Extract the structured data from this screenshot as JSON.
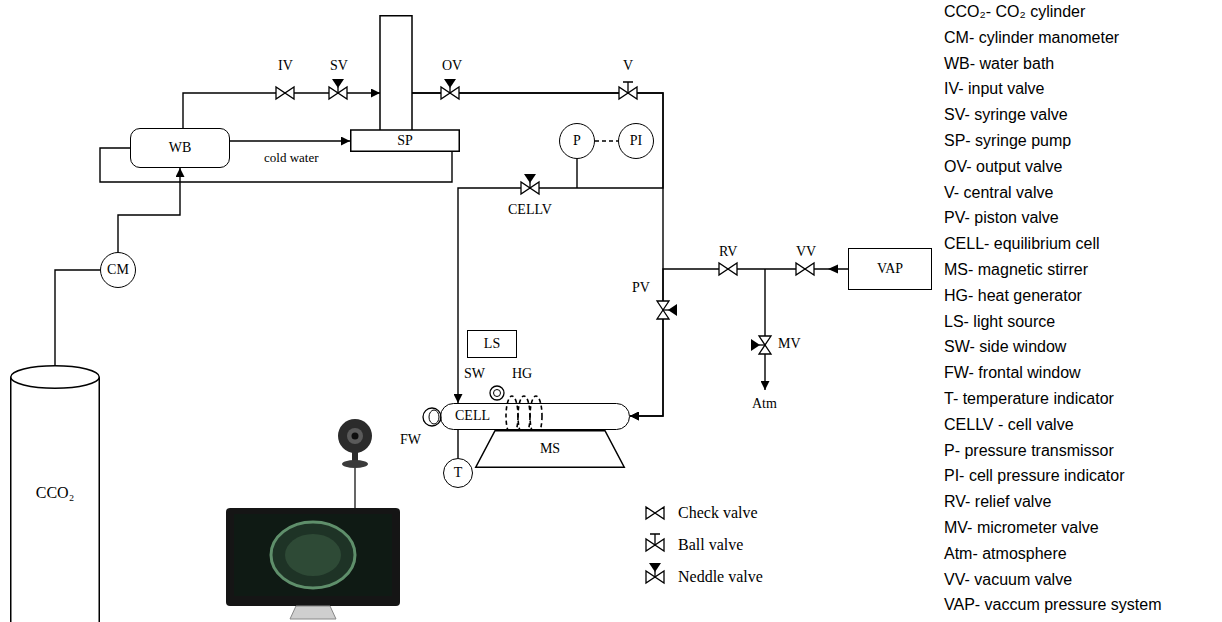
{
  "diagram": {
    "nodes": [
      {
        "text": [
          "WB"
        ]
      },
      {
        "text": [
          "SP"
        ]
      },
      {
        "text": [
          "P"
        ]
      },
      {
        "text": [
          "PI"
        ]
      },
      {
        "text": [
          "VAP"
        ]
      },
      {
        "text": [
          "CM"
        ]
      },
      {
        "text": [
          "LS"
        ]
      },
      {
        "text": [
          "CELL"
        ]
      },
      {
        "text": [
          "MS"
        ]
      },
      {
        "text": [
          "T"
        ]
      },
      {
        "text": [
          "CCO₂"
        ]
      }
    ],
    "edges": [
      {
        "from": 10,
        "to": 5,
        "arrow": "none"
      },
      {
        "from": 5,
        "to": 0,
        "arrow": "to"
      },
      {
        "from": 0,
        "to": 1,
        "arrow": "to"
      },
      {
        "from": 0,
        "to": 1,
        "label": "cold water",
        "arrow": "to"
      },
      {
        "from": 1,
        "to": 0,
        "arrow": "none"
      },
      {
        "from": 1,
        "to": 7,
        "arrow": "to"
      },
      {
        "from": 1,
        "to": 7,
        "arrow": "to"
      },
      {
        "from": 4,
        "to": 7,
        "arrow": "to"
      },
      {
        "from": 2,
        "to": 3,
        "arrow": "none"
      },
      {
        "from": 7,
        "to": 9,
        "arrow": "none"
      }
    ],
    "labels": [
      "IV",
      "SV",
      "OV",
      "V",
      "CELLV",
      "PV",
      "RV",
      "VV",
      "MV",
      "Atm",
      "HG",
      "SW",
      "FW",
      "CCO₂- CO₂ cylinder",
      "CM- cylinder manometer",
      "WB- water bath",
      "IV- input valve",
      "SV- syringe valve",
      "SP- syringe pump",
      "OV- output valve",
      "V- central valve",
      "PV- piston valve",
      "CELL- equilibrium cell",
      "MS- magnetic stirrer",
      "HG- heat generator",
      "LS- light source",
      "SW- side window",
      "FW- frontal window",
      "T- temperature indicator",
      "CELLV - cell valve",
      "P- pressure transmissor",
      "PI- cell pressure indicator",
      "RV- relief valve",
      "MV- micrometer valve",
      "Atm- atmosphere",
      "VV- vacuum valve",
      "VAP- vaccum pressure system"
    ],
    "legend": [
      {
        "text": "Check valve"
      },
      {
        "text": "Ball valve"
      },
      {
        "text": "Neddle valve"
      }
    ]
  }
}
